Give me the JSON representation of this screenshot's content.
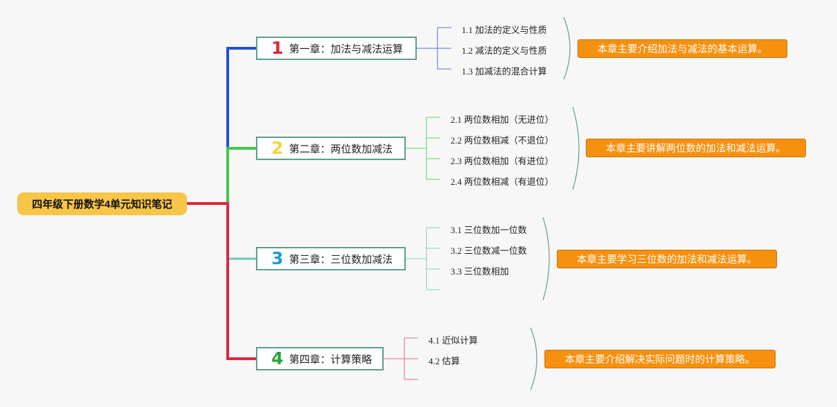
{
  "root": {
    "title": "四年级下册数学4单元知识笔记"
  },
  "colors": {
    "root_bg": "#f7c548",
    "branch_1": "#1f4fd6",
    "branch_2": "#3cc84b",
    "branch_3": "#6cc6b0",
    "branch_4": "#e0243d",
    "summary_bg": "#f6900f",
    "chapter_border": "#5a9e8f"
  },
  "chapters": [
    {
      "number": "1",
      "number_color": "#e0243d",
      "title": "第一章：加法与减法运算",
      "subtopics": [
        "1.1 加法的定义与性质",
        "1.2 减法的定义与性质",
        "1.3 加减法的混合计算"
      ],
      "summary": "本章主要介绍加法与减法的基本运算。"
    },
    {
      "number": "2",
      "number_color": "#f2d43a",
      "title": "第二章：两位数加减法",
      "subtopics": [
        "2.1 两位数相加（无进位）",
        "2.2 两位数相减（不退位）",
        "2.3 两位数相加（有进位）",
        "2.4 两位数相减（有退位）"
      ],
      "summary": "本章主要讲解两位数的加法和减法运算。"
    },
    {
      "number": "3",
      "number_color": "#1e9ad6",
      "title": "第三章：三位数加减法",
      "subtopics": [
        "3.1 三位数加一位数",
        "3.2 三位数减一位数",
        "3.3 三位数相加",
        ""
      ],
      "summary": "本章主要学习三位数的加法和减法运算。"
    },
    {
      "number": "4",
      "number_color": "#2aa33a",
      "title": "第四章：计算策略",
      "subtopics": [
        "4.1 近似计算",
        "4.2 估算",
        ""
      ],
      "summary": "本章主要介绍解决实际问题时的计算策略。"
    }
  ]
}
